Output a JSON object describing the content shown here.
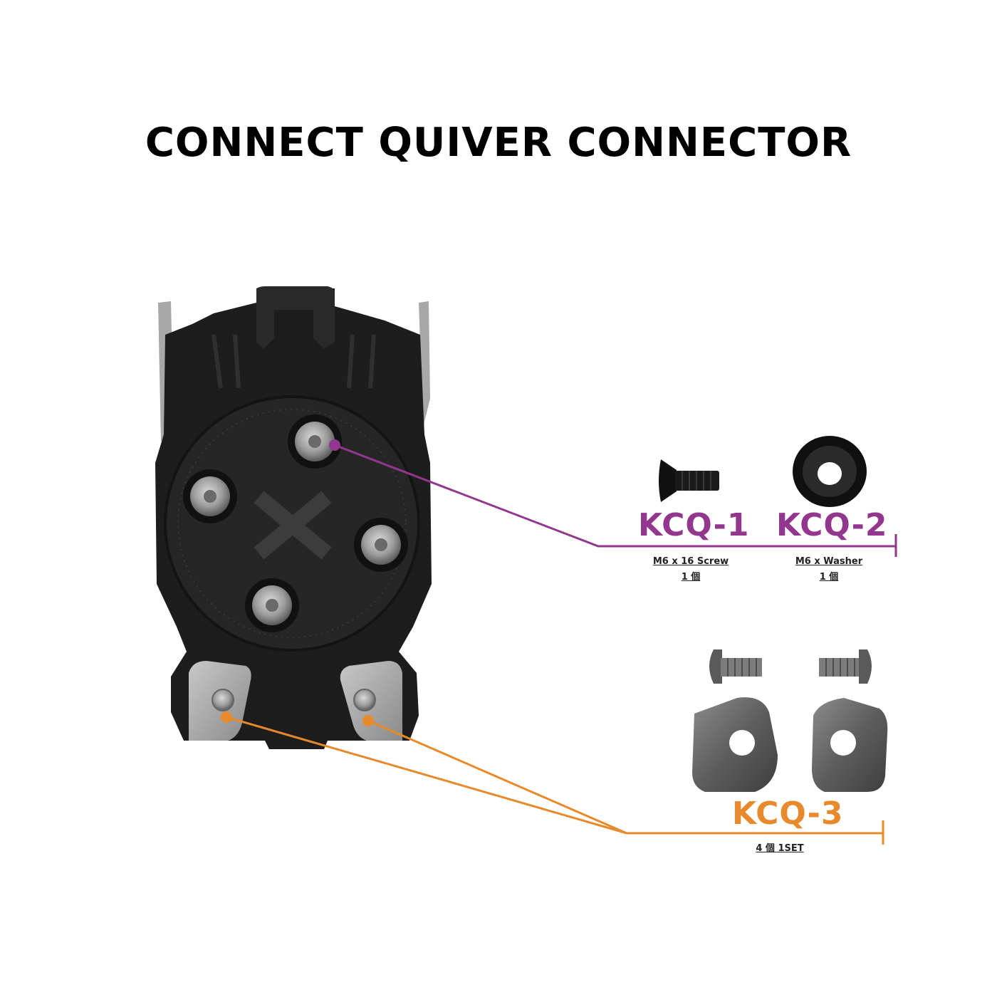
{
  "title": "CONNECT QUIVER CONNECTOR",
  "colors": {
    "kcq12": "#93368e",
    "kcq3": "#e8892b",
    "body": "#1d1d1d",
    "metal": "#9a9a9a"
  },
  "parts": [
    {
      "code": "KCQ-1",
      "spec": "M6 x 16 Screw",
      "qty": "1 個",
      "icon": "flat-head-screw-icon"
    },
    {
      "code": "KCQ-2",
      "spec": "M6 x Washer",
      "qty": "1 個",
      "icon": "cup-washer-icon"
    },
    {
      "code": "KCQ-3",
      "qty": "4 個 1SET",
      "icon": "button-head-screw-and-plate-icon"
    }
  ]
}
